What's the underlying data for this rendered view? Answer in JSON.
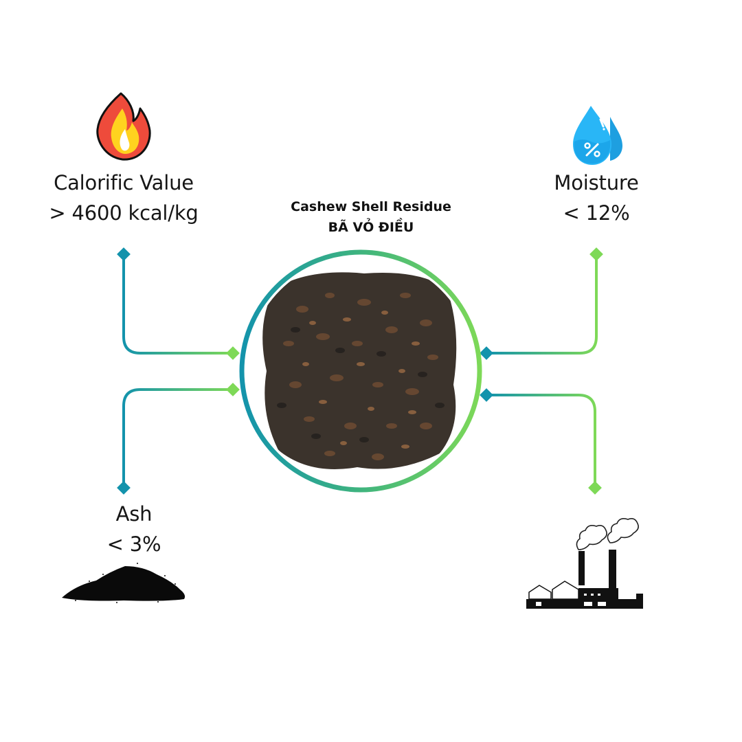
{
  "center": {
    "title_en": "Cashew Shell Residue",
    "title_vi": "BÃ VỎ ĐIỀU",
    "image_icon": "cashew-shell-residue-photo"
  },
  "specs": [
    {
      "id": "calorific",
      "label": "Calorific Value",
      "value": "> 4600 kcal/kg",
      "icon": "fire-icon"
    },
    {
      "id": "moisture",
      "label": "Moisture",
      "value": "< 12%",
      "icon": "water-drop-percent-icon"
    },
    {
      "id": "ash",
      "label": "Ash",
      "value": "< 3%",
      "icon": "ash-pile-icon"
    },
    {
      "id": "industry",
      "label": "",
      "value": "",
      "icon": "factory-icon"
    }
  ],
  "colors": {
    "teal": "#1393ac",
    "green": "#7ed957",
    "flame_red": "#ee4b3b",
    "flame_yellow": "#ffd21f",
    "water_blue": "#29b6f6",
    "water_blue_dark": "#1e9fe0"
  }
}
